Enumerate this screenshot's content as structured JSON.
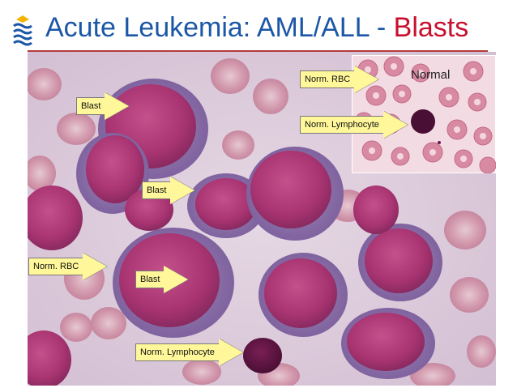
{
  "title": {
    "main": "Acute Leukemia: AML/ALL - ",
    "accent": "Blasts"
  },
  "inset": {
    "caption": "Normal"
  },
  "labels": {
    "blast_1": "Blast",
    "blast_2": "Blast",
    "blast_3": "Blast",
    "norm_rbc_left": "Norm. RBC",
    "norm_lymphocyte_bottom": "Norm. Lymphocyte",
    "norm_rbc_inset": "Norm. RBC",
    "norm_lymphocyte_inset": "Norm. Lymphocyte"
  },
  "colors": {
    "title_blue": "#1b57a6",
    "title_red": "#c8102e",
    "label_fill": "#fff799"
  },
  "icons": {
    "logo": "wave-shield-icon"
  }
}
